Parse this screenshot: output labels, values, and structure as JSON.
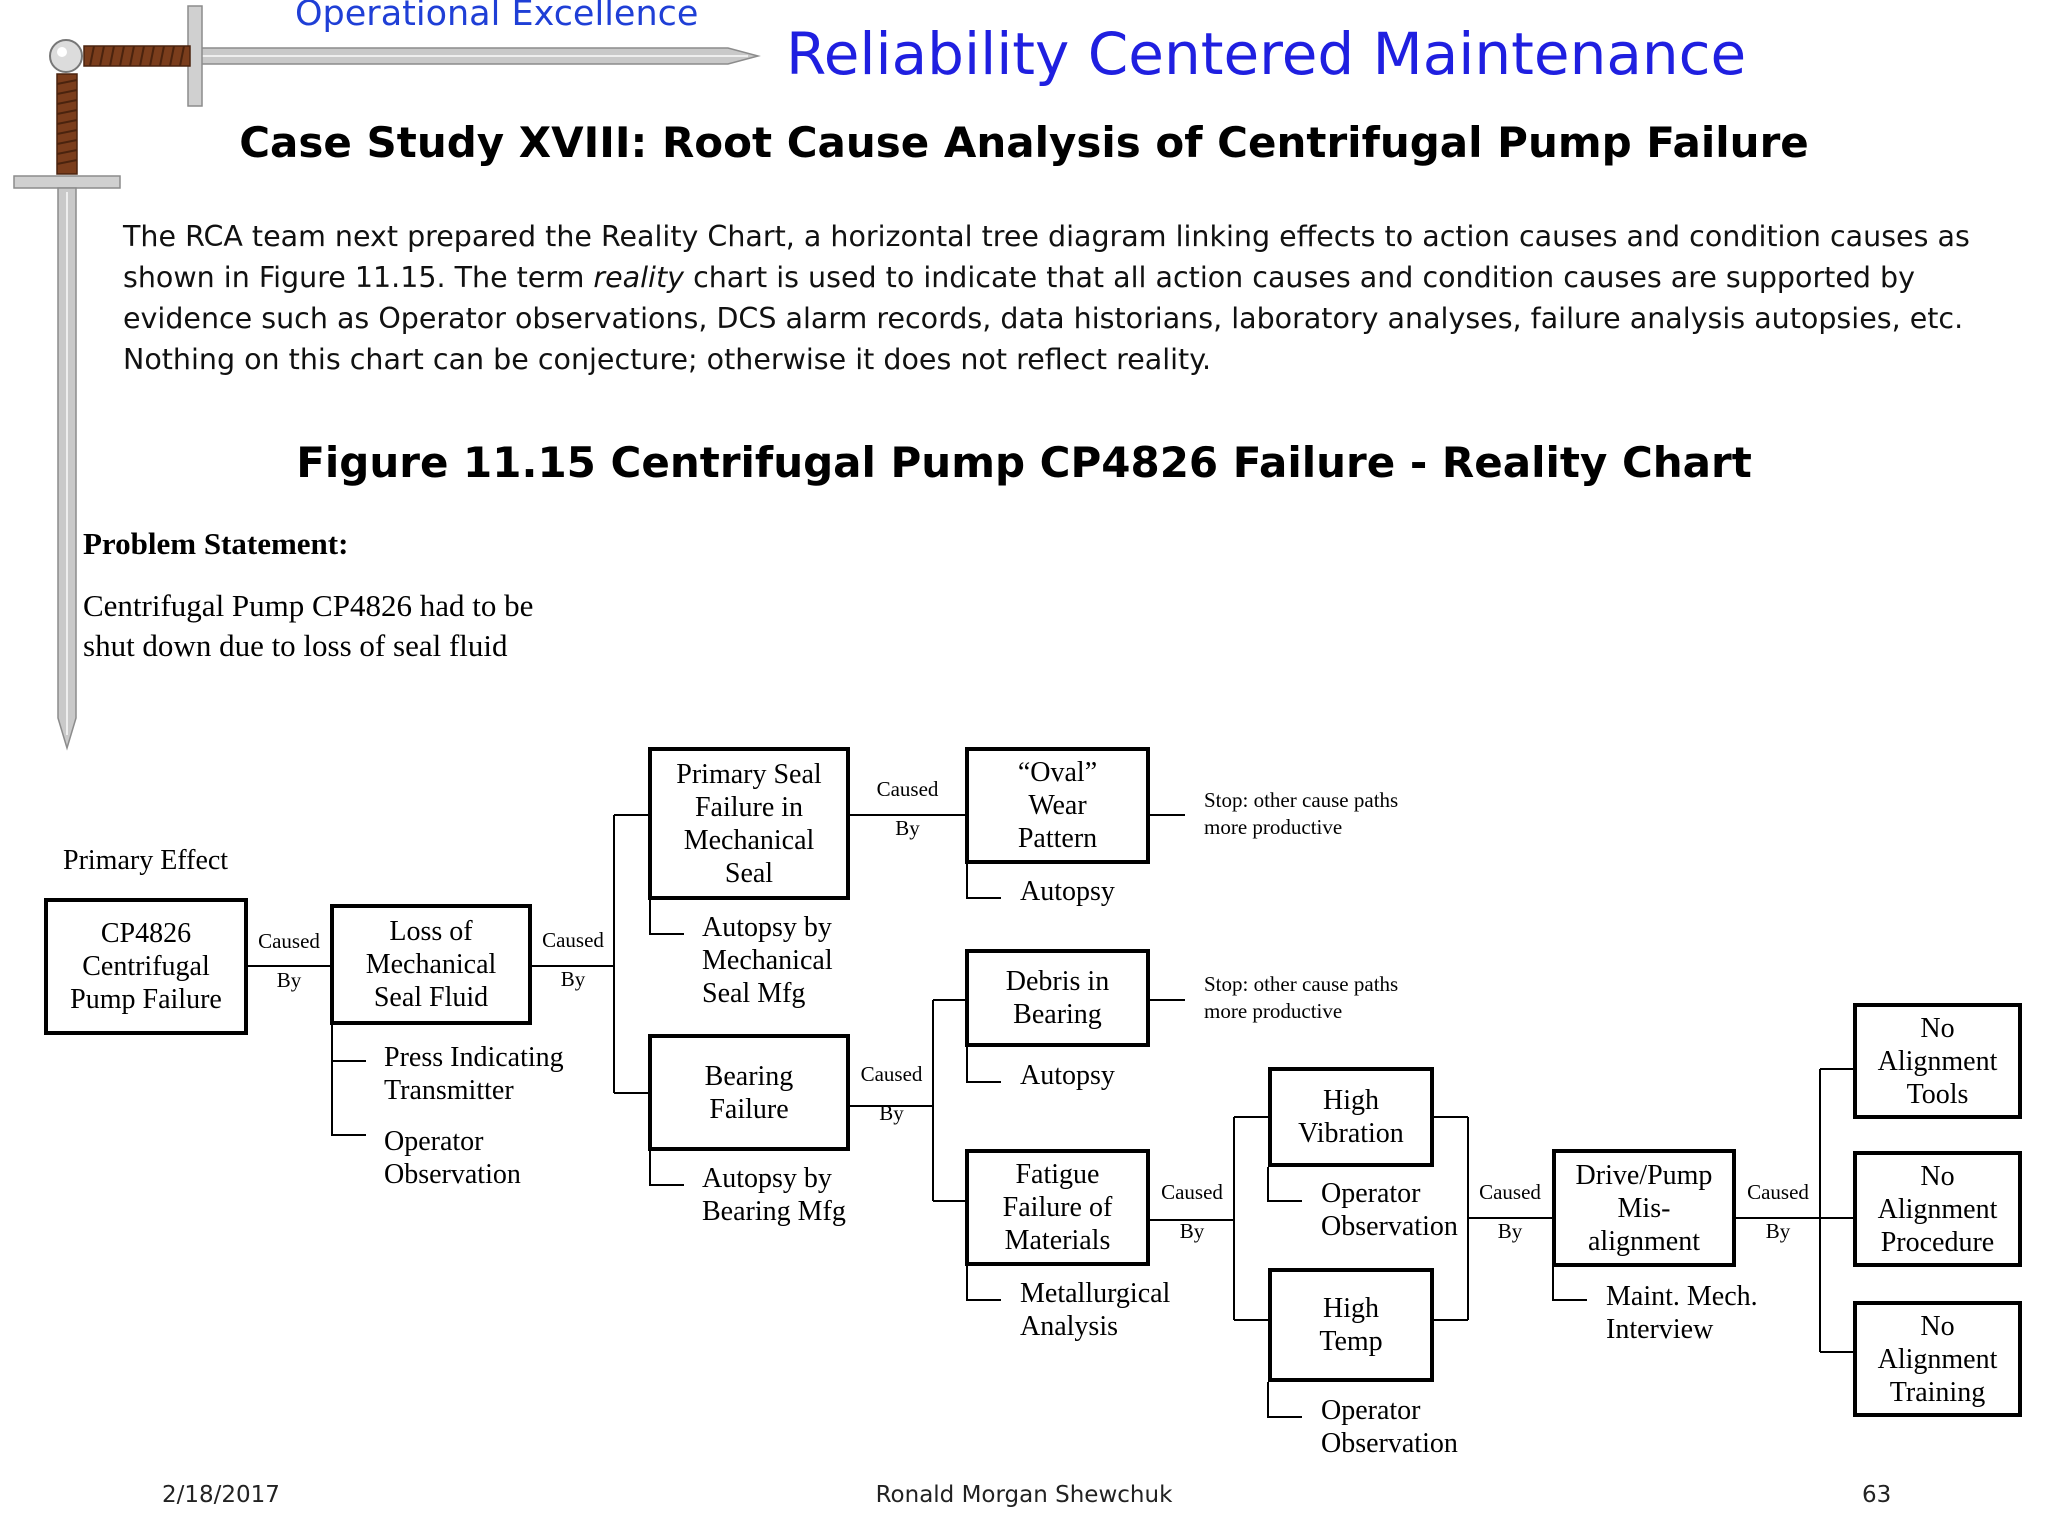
{
  "header": {
    "brand": "Operational Excellence",
    "title": "Reliability Centered Maintenance",
    "subtitle": "Case Study XVIII:  Root Cause Analysis of Centrifugal Pump Failure"
  },
  "intro": {
    "part1": "The RCA team next prepared the Reality Chart, a horizontal tree diagram linking effects to action causes and condition causes as shown in Figure 11.15.  The term ",
    "emphasis": "reality",
    "part2": " chart is used to indicate that all action causes and condition causes are supported by evidence such as Operator observations, DCS alarm records, data historians, laboratory analyses, failure analysis autopsies, etc.  Nothing on this chart can be conjecture; otherwise it does not reflect reality."
  },
  "figure_title": "Figure 11.15  Centrifugal Pump CP4826 Failure - Reality Chart",
  "problem": {
    "label": "Problem Statement:",
    "line1": "Centrifugal Pump CP4826 had to be",
    "line2": "shut down due to loss of seal fluid"
  },
  "chart": {
    "primary_effect_label": "Primary Effect",
    "caused": "Caused",
    "by": "By",
    "stop_line1": "Stop:  other cause paths",
    "stop_line2": "more productive",
    "boxes": {
      "pump_failure": [
        "CP4826",
        "Centrifugal",
        "Pump Failure"
      ],
      "loss_seal_fluid": [
        "Loss of",
        "Mechanical",
        "Seal Fluid"
      ],
      "primary_seal_failure": [
        "Primary Seal",
        "Failure in",
        "Mechanical",
        "Seal"
      ],
      "oval_wear": [
        "“Oval”",
        "Wear",
        "Pattern"
      ],
      "bearing_failure": [
        "Bearing",
        "Failure"
      ],
      "debris_bearing": [
        "Debris in",
        "Bearing"
      ],
      "fatigue_failure": [
        "Fatigue",
        "Failure of",
        "Materials"
      ],
      "high_vibration": [
        "High",
        "Vibration"
      ],
      "high_temp": [
        "High",
        "Temp"
      ],
      "misalignment": [
        "Drive/Pump",
        "Mis-",
        "alignment"
      ],
      "no_tools": [
        "No",
        "Alignment",
        "Tools"
      ],
      "no_procedure": [
        "No",
        "Alignment",
        "Procedure"
      ],
      "no_training": [
        "No",
        "Alignment",
        "Training"
      ]
    },
    "evidence": {
      "press_transmitter": [
        "Press Indicating",
        "Transmitter"
      ],
      "operator_obs_1": [
        "Operator",
        "Observation"
      ],
      "autopsy_seal_mfg": [
        "Autopsy by",
        "Mechanical",
        "Seal Mfg"
      ],
      "autopsy_oval": [
        "Autopsy"
      ],
      "autopsy_debris": [
        "Autopsy"
      ],
      "autopsy_bearing_mfg": [
        "Autopsy by",
        "Bearing Mfg"
      ],
      "metallurgical": [
        "Metallurgical",
        "Analysis"
      ],
      "operator_obs_vib": [
        "Operator",
        "Observation"
      ],
      "operator_obs_temp": [
        "Operator",
        "Observation"
      ],
      "maint_interview": [
        "Maint. Mech.",
        "Interview"
      ]
    }
  },
  "footer": {
    "date": "2/18/2017",
    "author": "Ronald Morgan Shewchuk",
    "page": "63"
  }
}
